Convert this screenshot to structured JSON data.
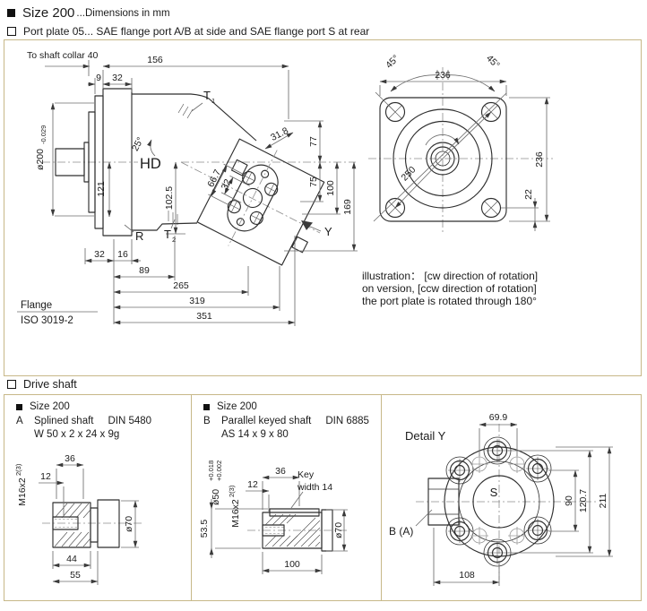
{
  "header": {
    "title": "Size 200",
    "title_suffix": "...Dimensions in mm",
    "subtitle": "Port plate 05...  SAE flange port A/B at side and SAE flange port S at rear"
  },
  "side": {
    "to_shaft_collar": "To shaft collar 40",
    "d156": "156",
    "d9": "9",
    "d32_top": "32",
    "dia200": "ø200",
    "dia200_tol": "-0.029",
    "d121": "121",
    "d102_5": "102.5",
    "a25": "25°",
    "hd": "HD",
    "t1": "T",
    "t1_sub": "1",
    "t2": "T",
    "t2_sub": "2",
    "r_label": "R",
    "d66_7": "66.7",
    "d32_port": "32",
    "d31_8": "31.8",
    "d77": "77",
    "d75": "75",
    "d100": "100",
    "d169": "169",
    "y_label": "Y",
    "d32_bot": "32",
    "d16": "16",
    "d89": "89",
    "d265": "265",
    "d319": "319",
    "d351": "351",
    "flange_line1": "Flange",
    "flange_line2": "ISO 3019-2"
  },
  "rear": {
    "a45_left": "45°",
    "a45_right": "45°",
    "d236_top": "236",
    "d236_right": "236",
    "d250": "250",
    "d22": "22",
    "note_line1": "illustration： [cw direction of rotation]",
    "note_line2": "on version, [ccw direction of rotation]",
    "note_line3": "the port plate is rotated through 180°"
  },
  "drive_shaft": {
    "heading": "Drive shaft",
    "splined": {
      "size": "Size 200",
      "letter": "A",
      "name": "Splined shaft",
      "standard": "DIN 5480",
      "spec": "W 50 x 2 x 24 x 9g",
      "d36": "36",
      "d12": "12",
      "m16": "M16x2",
      "m16_sup": "2(3)",
      "dia70": "ø70",
      "d44": "44",
      "d55": "55"
    },
    "keyed": {
      "size": "Size 200",
      "letter": "B",
      "name": "Parallel keyed shaft",
      "standard": "DIN 6885",
      "spec": "AS 14 x 9 x 80",
      "d36": "36",
      "d12": "12",
      "m16": "M16x2",
      "m16_sup": "2(3)",
      "dia50": "ø50",
      "dia50_tol_hi": "+0.018",
      "dia50_tol_lo": "+0.002",
      "key_line1": "Key",
      "key_line2": "width 14",
      "d53_5": "53.5",
      "dia70": "ø70",
      "d100": "100"
    },
    "detail_y": {
      "title": "Detail Y",
      "port_s": "S",
      "port_ba": "B (A)",
      "d69_9": "69.9",
      "d90": "90",
      "d120_7": "120.7",
      "d211": "211",
      "d108": "108"
    }
  },
  "colors": {
    "panel_border": "#c7b888",
    "line_dark": "#2f2f2f",
    "line_dim": "#6e6e6e"
  }
}
